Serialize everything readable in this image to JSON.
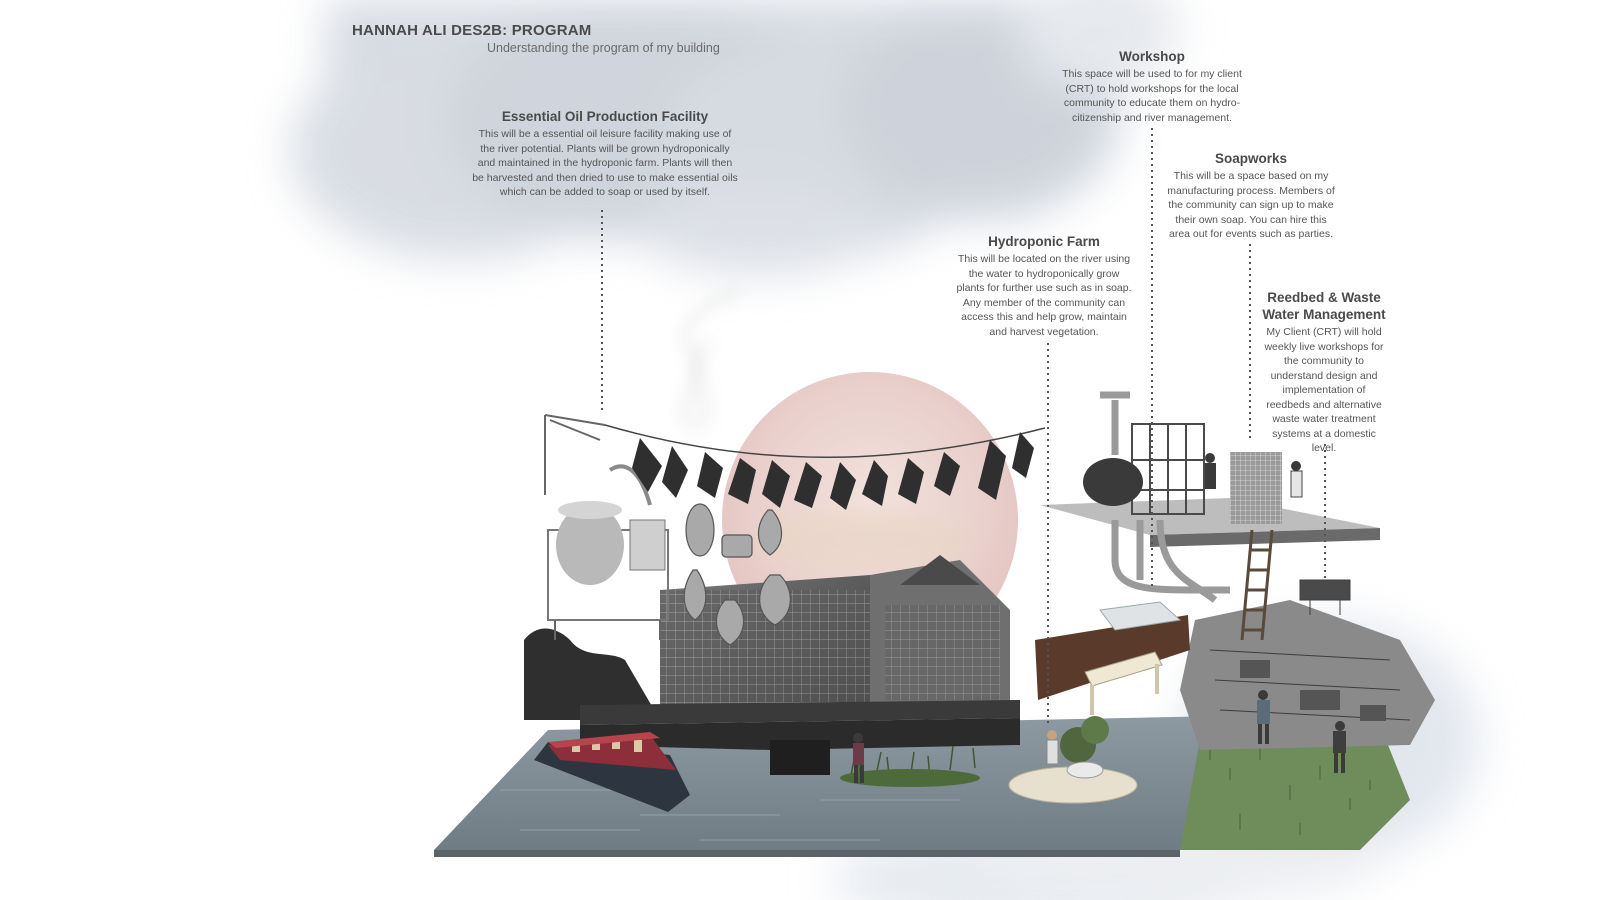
{
  "header": {
    "title": "HANNAH ALI DES2B: PROGRAM",
    "subtitle": "Understanding the program of my building"
  },
  "annotations": {
    "oil": {
      "heading": "Essential Oil Production Facility",
      "body": "This will be a essential oil leisure facility making use of the river potential. Plants will be grown hydroponically and maintained in the hydroponic farm. Plants will then be harvested and then dried to use to make essential oils which can be added to soap or used by itself."
    },
    "workshop": {
      "heading": "Workshop",
      "body": "This space will be used to for my client (CRT) to hold workshops for the local community to educate them on hydro-citizenship and river management."
    },
    "soap": {
      "heading": "Soapworks",
      "body": "This will be a space based on my manufacturing process. Members of the community can sign up to make their own soap. You can hire this area out for events such as parties."
    },
    "hydro": {
      "heading": "Hydroponic Farm",
      "body": "This will be located on the river using the water to hydroponically grow plants for further use such as in soap. Any member of the community can access this and help grow, maintain and harvest vegetation."
    },
    "reed": {
      "heading": "Reedbed & Waste Water Management",
      "body": "My Client (CRT) will hold weekly live workshops for the community to understand design and implementation of reedbeds and alternative waste water treatment systems at a domestic level."
    }
  },
  "colors": {
    "cloud": "#c9ced8",
    "water": "#7d8a92",
    "sun": "#ecd3d0",
    "grass": "#6e8a5a",
    "boat": "#8c2f3b",
    "building": "#5a5a5a"
  }
}
